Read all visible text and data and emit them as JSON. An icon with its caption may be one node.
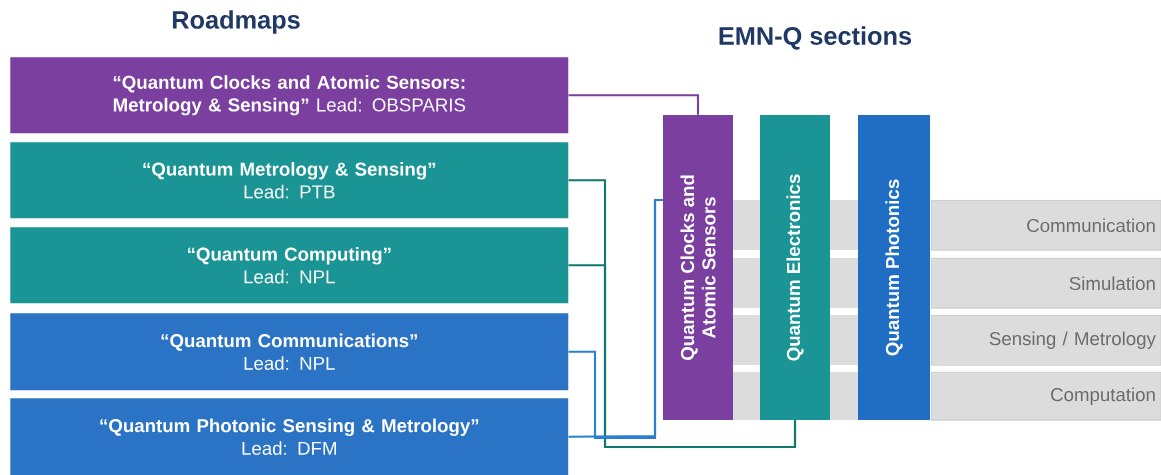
{
  "diagram": {
    "nodes": [
      {
        "text": [
          "“Quantum Clocks and Atomic Sensors: Metrology & Sensing”",
          "Lead: OBSPARIS"
        ]
      },
      {
        "text": [
          "“Quantum Metrology & Sensing”",
          "Lead: PTB"
        ]
      },
      {
        "text": [
          "“Quantum Computing”",
          "Lead: NPL"
        ]
      },
      {
        "text": [
          "“Quantum Communications”",
          "Lead: NPL"
        ]
      },
      {
        "text": [
          "“Quantum Photonic Sensing & Metrology”",
          "Lead: DFM"
        ]
      },
      {
        "text": [
          "Quantum Clocks and Atomic Sensors"
        ]
      },
      {
        "text": [
          "Quantum Electronics"
        ]
      },
      {
        "text": [
          "Quantum Photonics"
        ]
      },
      {
        "text": [
          "Communication"
        ]
      },
      {
        "text": [
          "Simulation"
        ]
      },
      {
        "text": [
          "Sensing / Metrology"
        ]
      },
      {
        "text": [
          "Computation"
        ]
      }
    ],
    "edges": [
      {
        "from": 0,
        "to": 5,
        "arrow": "none",
        "color": "#7b3fa0"
      },
      {
        "from": 1,
        "to": 6,
        "arrow": "none",
        "color": "#11786e"
      },
      {
        "from": 2,
        "to": 6,
        "arrow": "none",
        "color": "#11786e"
      },
      {
        "from": 3,
        "to": 5,
        "arrow": "none",
        "color": "#2a7fd0"
      },
      {
        "from": 4,
        "to": 5,
        "arrow": "none",
        "color": "#2a7fd0"
      }
    ],
    "labels": [
      "Roadmaps",
      "EMN-Q sections"
    ]
  }
}
